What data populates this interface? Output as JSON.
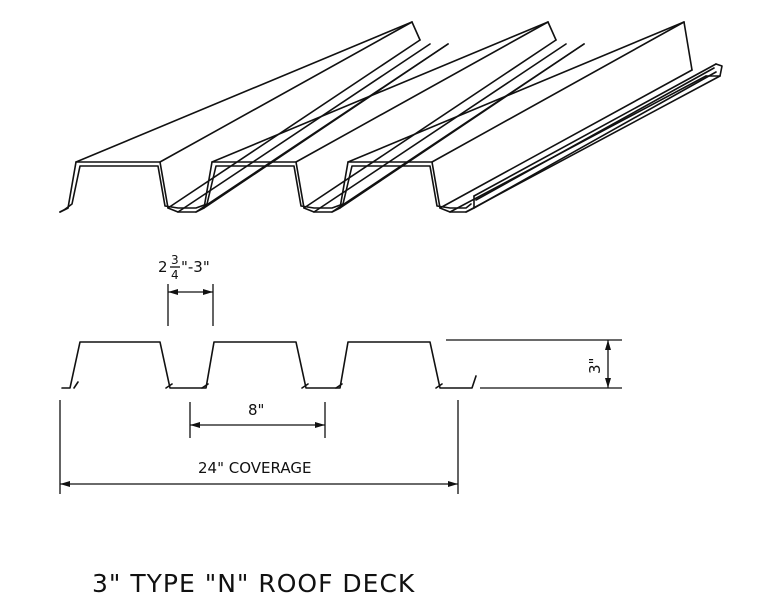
{
  "colors": {
    "line": "#111111",
    "background": "#ffffff"
  },
  "dimensions": {
    "rib_opening_whole": "2",
    "rib_opening_frac_num": "3",
    "rib_opening_frac_den": "4",
    "rib_opening_rest": "\"-3\"",
    "rib_spacing": "8\"",
    "depth": "3\"",
    "coverage": "24\" COVERAGE"
  },
  "title": "3\" TYPE \"N\" ROOF DECK"
}
